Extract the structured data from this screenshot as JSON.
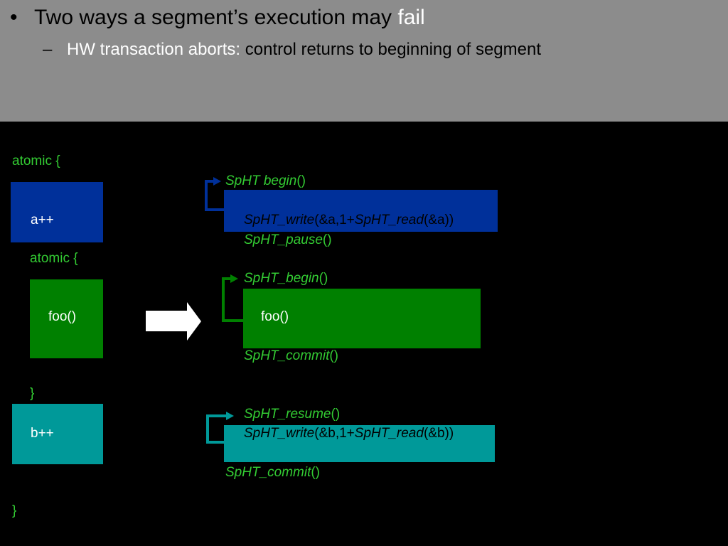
{
  "header": {
    "bullet_marker": "•",
    "line1_main": "Two ways a segment’s execution may ",
    "line1_highlight": "fail",
    "dash_marker": "–",
    "line2_highlight": "HW transaction aborts:",
    "line2_main": " control returns to beginning of segment"
  },
  "left": {
    "atomic_outer": "atomic {",
    "a_inc": "a++",
    "atomic_inner": "atomic {",
    "foo": "foo()",
    "inner_close": "}",
    "b_inc": "b++",
    "outer_close": "}"
  },
  "right": {
    "begin1_fn": "SpHT begin",
    "begin1_parens": "()",
    "write_a_fn": "SpHT_write",
    "write_a_args1": "(&a,1+",
    "write_a_read": "SpHT_read",
    "write_a_args2": "(&a))",
    "pause_fn": "SpHT_pause",
    "pause_parens": "()",
    "begin2_fn": "SpHT_begin",
    "begin2_parens": "()",
    "foo": "foo()",
    "commit1_fn": "SpHT_commit",
    "commit1_parens": "()",
    "resume_fn": "SpHT_resume",
    "resume_parens": "()",
    "write_b_fn": "SpHT_write",
    "write_b_args1": "(&b,1+",
    "write_b_read": "SpHT_read",
    "write_b_args2": "(&b))",
    "commit2_fn": "SpHT_commit",
    "commit2_parens": "()"
  },
  "colors": {
    "header_bg": "#8c8c8c",
    "blue": "#00309a",
    "green": "#008000",
    "teal": "#009999",
    "keyword_green": "#33cc33"
  }
}
